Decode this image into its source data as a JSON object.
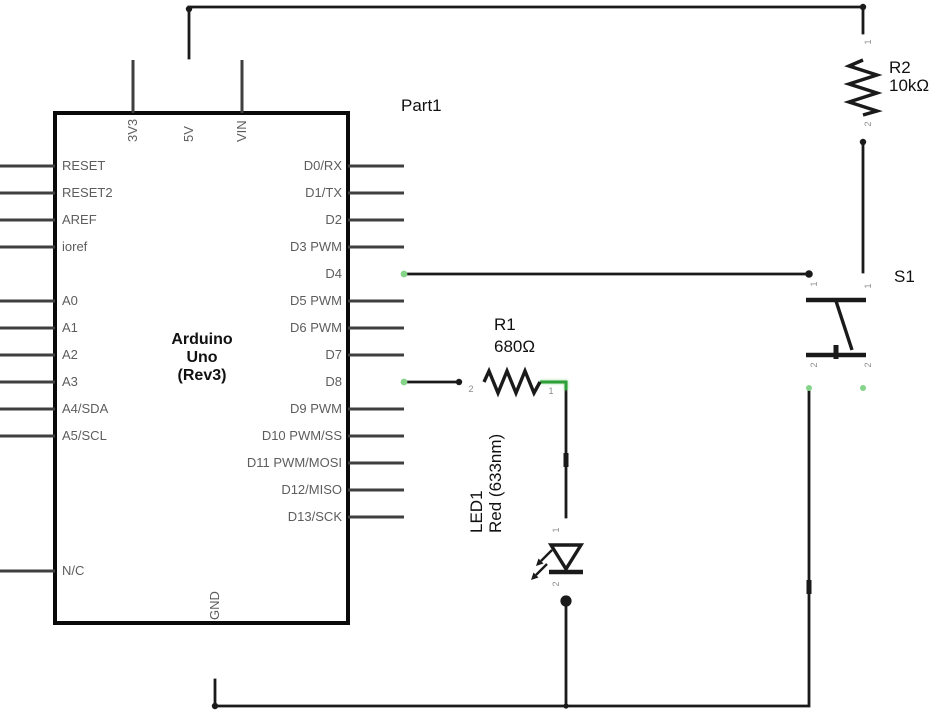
{
  "schematic": {
    "part_label": "Part1",
    "board": {
      "title_lines": [
        "Arduino",
        "Uno",
        "(Rev3)"
      ],
      "top_pins": [
        "3V3",
        "5V",
        "VIN"
      ],
      "bottom_pin": "GND",
      "left_pins": [
        "RESET",
        "RESET2",
        "AREF",
        "ioref",
        "A0",
        "A1",
        "A2",
        "A3",
        "A4/SDA",
        "A5/SCL",
        "N/C"
      ],
      "right_pins": [
        "D0/RX",
        "D1/TX",
        "D2",
        "D3 PWM",
        "D4",
        "D5 PWM",
        "D6 PWM",
        "D7",
        "D8",
        "D9 PWM",
        "D10 PWM/SS",
        "D11 PWM/MOSI",
        "D12/MISO",
        "D13/SCK"
      ]
    },
    "components": {
      "r1": {
        "designator": "R1",
        "value": "680Ω",
        "pin_numbers": [
          "2",
          "1"
        ]
      },
      "r2": {
        "designator": "R2",
        "value": "10kΩ",
        "pin_numbers": [
          "1",
          "2"
        ]
      },
      "s1": {
        "designator": "S1",
        "pin_numbers": [
          "1",
          "1",
          "2",
          "2"
        ]
      },
      "led1": {
        "designator": "LED1",
        "value": "Red (633nm)",
        "pin_numbers": [
          "1",
          "2"
        ]
      }
    },
    "colors": {
      "background": "#ffffff",
      "wire": "#1a1a1a",
      "lead": "#3f3f3f",
      "connected": "#2f9e38",
      "connected_glow": "#84d48a",
      "pin_text": "#5d5d5d",
      "pin_number": "#8a8a8a",
      "label_text": "#111111"
    }
  }
}
